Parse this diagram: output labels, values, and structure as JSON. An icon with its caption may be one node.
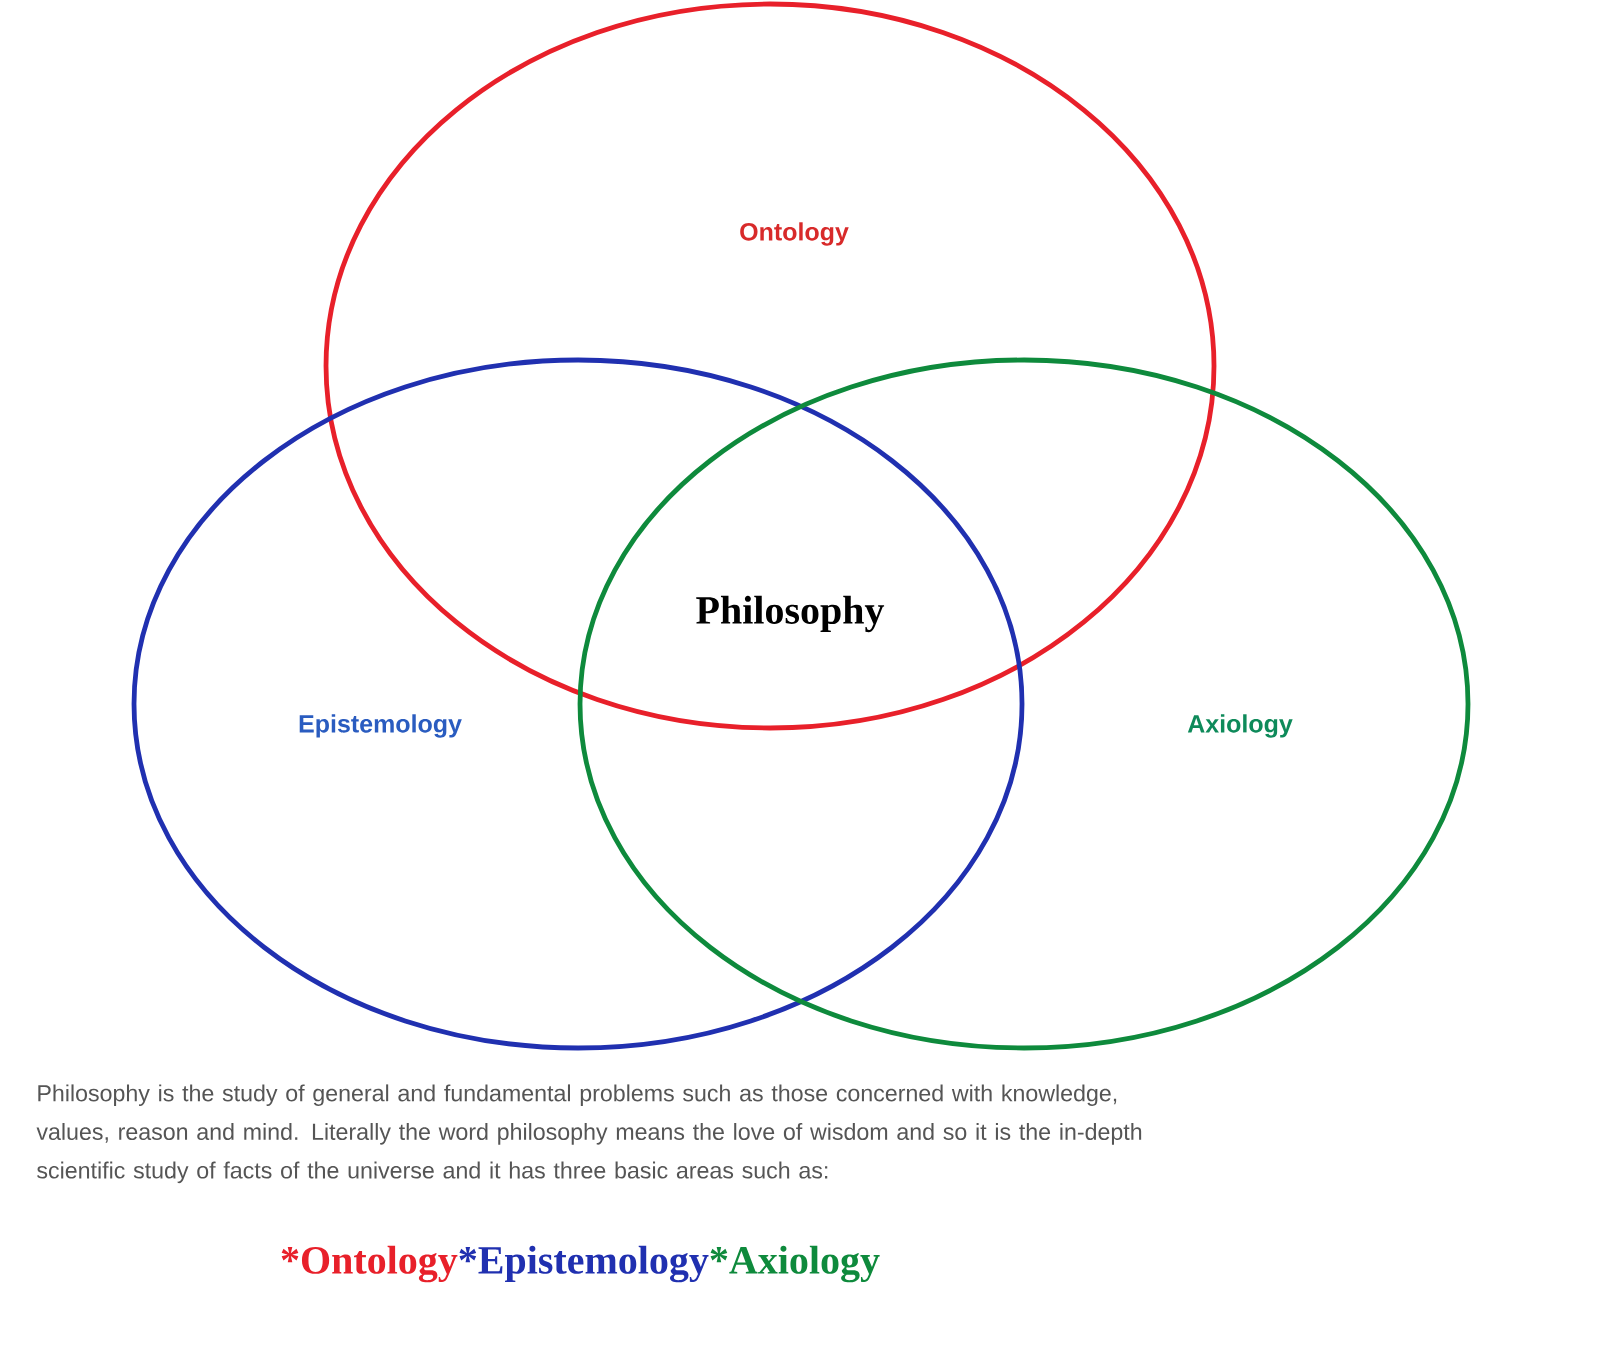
{
  "diagram": {
    "nodes": [
      {
        "text": [
          "Ontology"
        ]
      },
      {
        "text": [
          "Epistemology"
        ]
      },
      {
        "text": [
          "Axiology"
        ]
      }
    ],
    "labels": [
      "Philosophy",
      "*Ontology",
      "*Epistemology",
      "*Axiology"
    ],
    "caption": "Philosophy is the study of general and fundamental problems such as those concerned with knowledge, values, reason and mind. Literally the word philosophy means the love of wisdom and so it is the in-depth scientific study of facts of the universe and it has three basic areas such as:"
  }
}
